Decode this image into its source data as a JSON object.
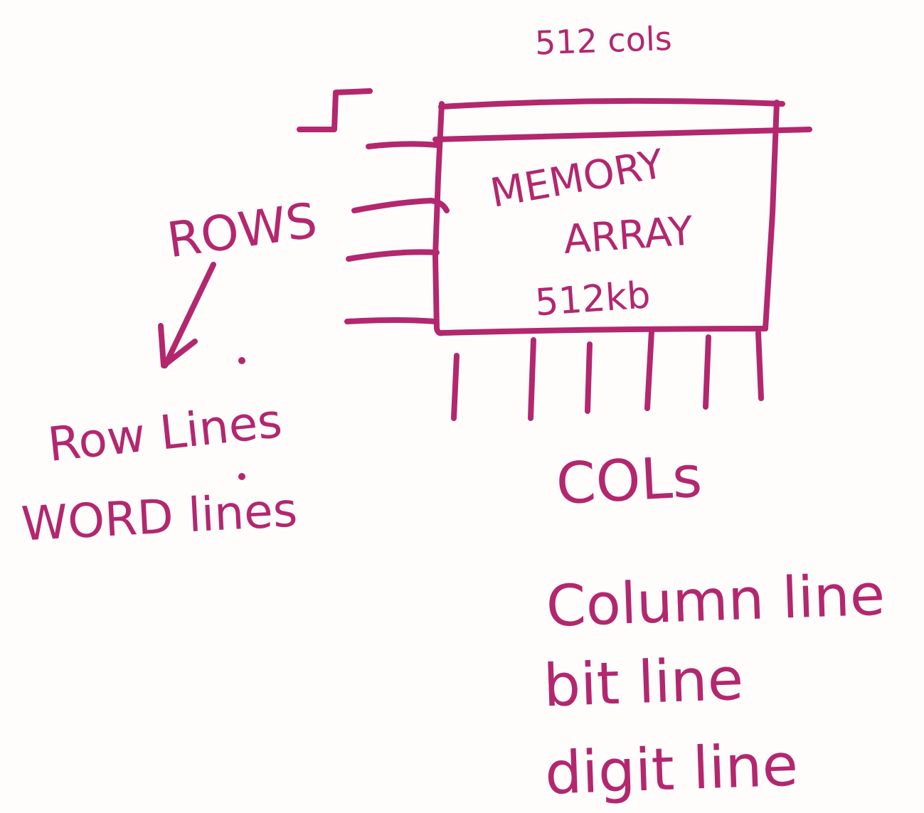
{
  "diagram": {
    "top_label": "512 cols",
    "array_label_line1": "MEMORY",
    "array_label_line2": "ARRAY",
    "array_size": "512kb",
    "rows_heading": "ROWS",
    "row_terms": [
      "Row Lines",
      "WORD lines"
    ],
    "cols_heading": "COLs",
    "col_terms": [
      "Column line",
      "bit line",
      "digit line"
    ]
  },
  "ink_color": "#b3276f",
  "background_color": "#fefdfb"
}
